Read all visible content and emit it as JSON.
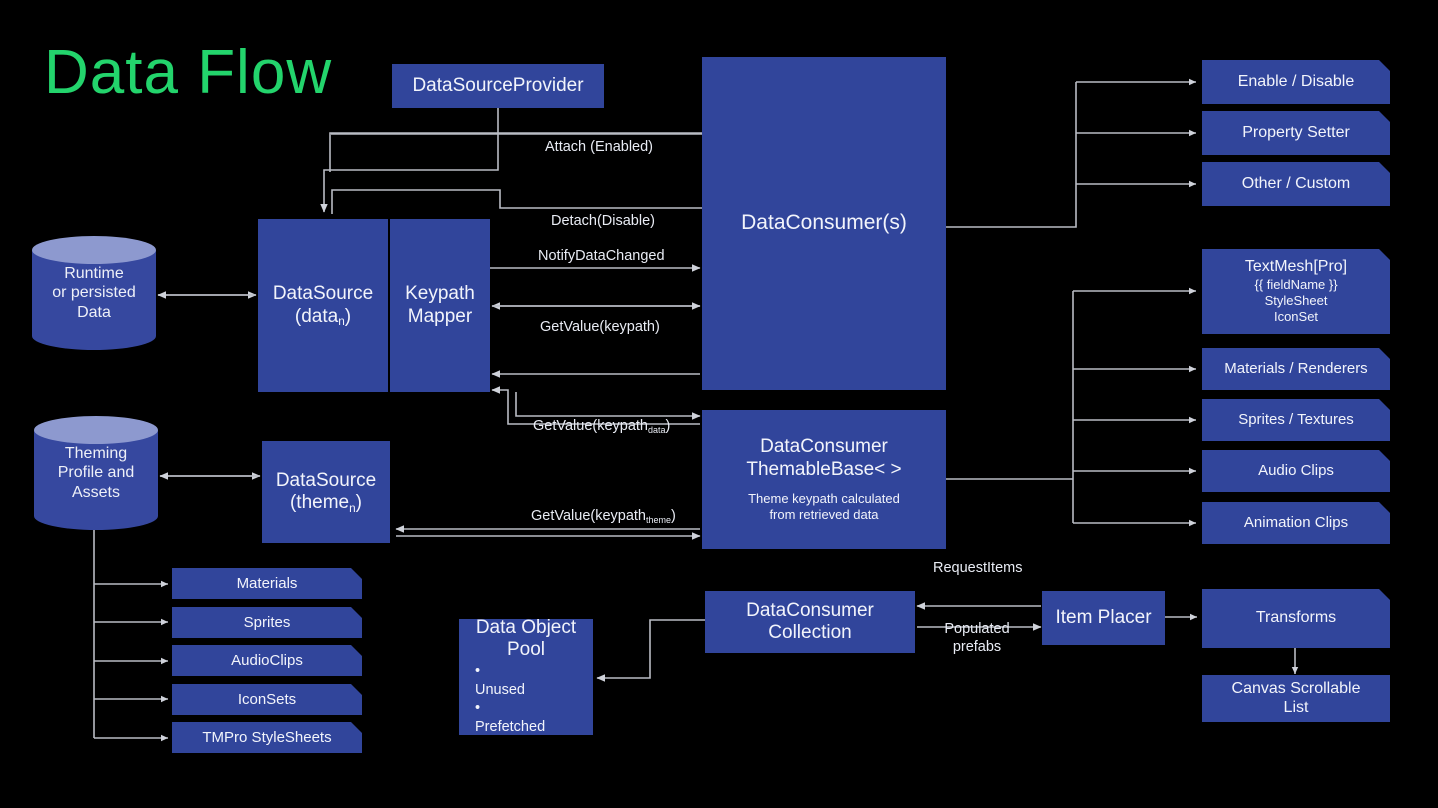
{
  "title": "Data Flow",
  "colors": {
    "background": "#000000",
    "node_fill": "#31459b",
    "cylinder_body": "#36489f",
    "cylinder_top": "#8d99cf",
    "title_green": "#23d46c",
    "wire": "#b9bcc4",
    "text": "#f2f4fb"
  },
  "nodes": {
    "data_source_provider": "DataSourceProvider",
    "data_consumers": "DataConsumer(s)",
    "data_source_data_1": "DataSource",
    "data_source_data_2": "(data",
    "data_source_data_sub": "n",
    "data_source_data_3": ")",
    "keypath_mapper_1": "Keypath",
    "keypath_mapper_2": "Mapper",
    "data_source_theme_1": "DataSource",
    "data_source_theme_2": "(theme",
    "data_source_theme_sub": "n",
    "data_source_theme_3": ")",
    "themable_base_1": "DataConsumer",
    "themable_base_2": "ThemableBase< >",
    "themable_base_note_1": "Theme keypath calculated",
    "themable_base_note_2": "from retrieved data",
    "data_consumer_collection_1": "DataConsumer",
    "data_consumer_collection_2": "Collection",
    "item_placer": "Item Placer",
    "data_object_pool_1": "Data Object",
    "data_object_pool_2": "Pool",
    "data_object_pool_bullets": [
      "Unused",
      "Prefetched"
    ]
  },
  "cylinders": [
    {
      "id": "runtime-data",
      "lines": [
        "Runtime",
        "or persisted",
        "Data"
      ]
    },
    {
      "id": "theming-assets",
      "lines": [
        "Theming",
        "Profile and",
        "Assets"
      ]
    }
  ],
  "consumer_targets": [
    {
      "id": "enable-disable",
      "label": "Enable / Disable"
    },
    {
      "id": "property-setter",
      "label": "Property Setter"
    },
    {
      "id": "other-custom",
      "label": "Other / Custom"
    }
  ],
  "themable_targets": [
    {
      "id": "textmesh-pro",
      "label": "TextMesh[Pro]",
      "sublines": [
        "{{ fieldName }}",
        "StyleSheet",
        "IconSet"
      ]
    },
    {
      "id": "materials-renderers",
      "label": "Materials / Renderers",
      "sublines": []
    },
    {
      "id": "sprites-textures",
      "label": "Sprites / Textures",
      "sublines": []
    },
    {
      "id": "audio-clips",
      "label": "Audio Clips",
      "sublines": []
    },
    {
      "id": "animation-clips",
      "label": "Animation Clips",
      "sublines": []
    }
  ],
  "theming_assets": [
    {
      "id": "materials",
      "label": "Materials"
    },
    {
      "id": "sprites",
      "label": "Sprites"
    },
    {
      "id": "audioclips",
      "label": "AudioClips"
    },
    {
      "id": "iconsets",
      "label": "IconSets"
    },
    {
      "id": "tmpro-stylesheets",
      "label": "TMPro StyleSheets"
    }
  ],
  "placer_targets": [
    {
      "id": "transforms",
      "label": "Transforms"
    },
    {
      "id": "canvas-scrollable-list_1",
      "label": "Canvas Scrollable"
    },
    {
      "id": "canvas-scrollable-list_2",
      "label": "List"
    }
  ],
  "edge_labels": {
    "attach": "Attach (Enabled)",
    "detach": "Detach(Disable)",
    "notify": "NotifyDataChanged",
    "getvalue_keypath": "GetValue(keypath)",
    "getvalue_keypath_data_pre": "GetValue(keypath",
    "getvalue_keypath_data_sub": "data",
    "getvalue_keypath_data_post": ")",
    "getvalue_keypath_theme_pre": "GetValue(keypath",
    "getvalue_keypath_theme_sub": "theme",
    "getvalue_keypath_theme_post": ")",
    "request_items": "RequestItems",
    "populated_prefabs_1": "Populated",
    "populated_prefabs_2": "prefabs"
  }
}
